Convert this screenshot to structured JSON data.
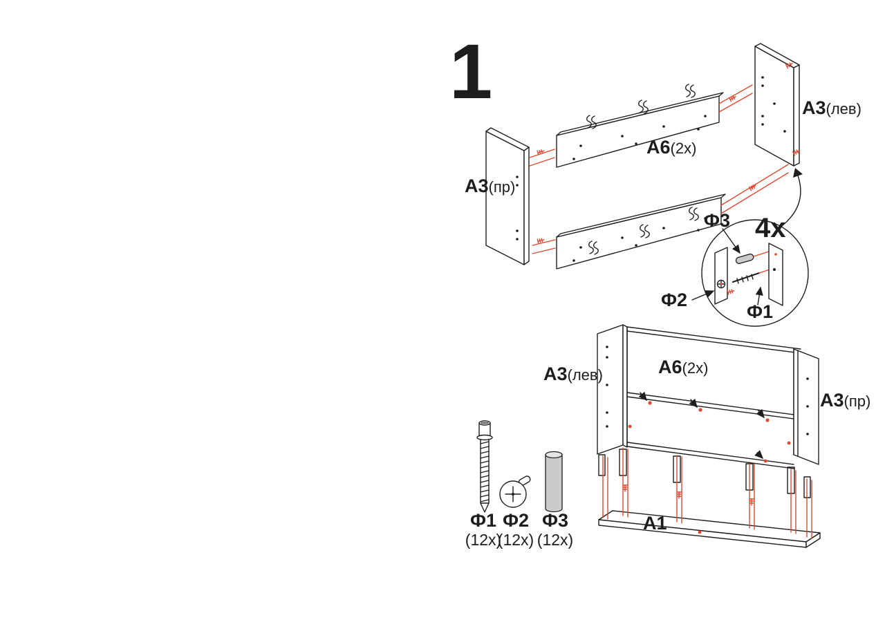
{
  "step": {
    "number": "1"
  },
  "colors": {
    "line": "#1d1d1b",
    "accent_red": "#e2462d"
  },
  "exploded": {
    "left_label": {
      "main": "A3",
      "sub": "(пр)"
    },
    "rail_label": {
      "main": "A6",
      "sub": "(2x)"
    },
    "right_label": {
      "main": "A3",
      "sub": "(лев)"
    }
  },
  "detail": {
    "multiplier": "4x",
    "f3": "Ф3",
    "f2": "Ф2",
    "f1": "Ф1"
  },
  "assembled": {
    "left_label": {
      "main": "A3",
      "sub": "(лев)"
    },
    "rail_label": {
      "main": "A6",
      "sub": "(2x)"
    },
    "right_label": {
      "main": "A3",
      "sub": "(пр)"
    },
    "base_label": "A1"
  },
  "hardware": {
    "items": [
      {
        "id": "Ф1",
        "qty": "(12x)",
        "icon": "confirmat-screw-icon"
      },
      {
        "id": "Ф2",
        "qty": "(12x)",
        "icon": "cam-lock-icon"
      },
      {
        "id": "Ф3",
        "qty": "(12x)",
        "icon": "wooden-dowel-icon"
      }
    ]
  }
}
